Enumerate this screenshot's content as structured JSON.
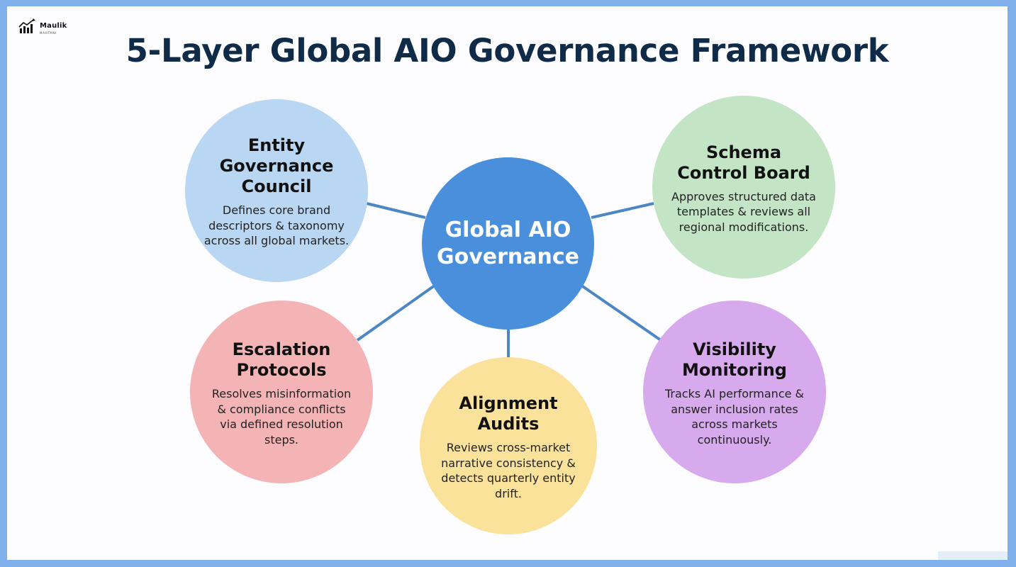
{
  "logo": {
    "name": "Maulik",
    "sub": "MAHTANI",
    "icon": "growth-chart-icon"
  },
  "title": "5-Layer Global AIO Governance Framework",
  "center": {
    "label": "Global AIO Governance",
    "color": "#4a8fdc"
  },
  "nodes": {
    "entity": {
      "title": "Entity Governance Council",
      "description": "Defines core brand descriptors & taxonomy across all global markets.",
      "color": "#b9d7f3"
    },
    "schema": {
      "title": "Schema Control Board",
      "description": "Approves structured data templates & reviews all regional modifications.",
      "color": "#c3e5c5"
    },
    "escalation": {
      "title": "Escalation Protocols",
      "description": "Resolves misinformation & compliance conflicts via defined resolution steps.",
      "color": "#f4b4b6"
    },
    "alignment": {
      "title": "Alignment Audits",
      "description": "Reviews cross-market narrative consistency & detects quarterly entity drift.",
      "color": "#fbe29b"
    },
    "visibility": {
      "title": "Visibility Monitoring",
      "description": "Tracks AI performance & answer inclusion rates across markets continuously.",
      "color": "#d6aaec"
    }
  },
  "connector_color": "#4d86c4",
  "title_color": "#0f2b47",
  "frame_color": "#7fb0ec"
}
